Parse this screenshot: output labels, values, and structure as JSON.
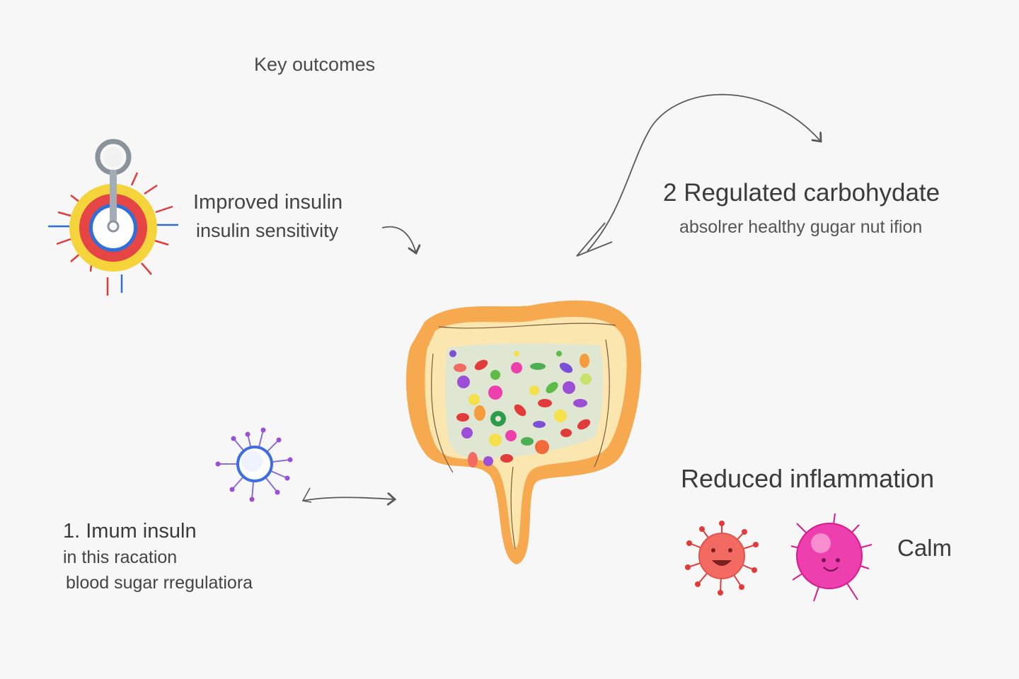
{
  "heading": "Key outcomes",
  "insulin": {
    "line1": "Improved insulin",
    "line2": "insulin sensitivity",
    "icon": "insulin-lock-icon"
  },
  "carbohydrate": {
    "line1": "2 Regulated carbohydate",
    "line2": "absolrer healthy gugar nut ifion",
    "icon": "curved-arrow-icon"
  },
  "immune": {
    "line1": "1. Imum insuln",
    "line2": "in this racation",
    "line3": "blood sugar rregulatiora",
    "icon": "immune-cell-icon"
  },
  "inflammation": {
    "title": "Reduced inflammation",
    "calm_label": "Calm",
    "icons": [
      "red-microbe-icon",
      "pink-microbe-icon"
    ]
  },
  "center": {
    "icon": "gut-microbiome-icon"
  },
  "colors": {
    "gut_outer": "#f7a94f",
    "gut_inner": "#fbe6b0",
    "gut_fill": "#dfe6d2",
    "arrow": "#5a5a5a",
    "red_microbe": "#f26a62",
    "pink_microbe": "#ee3fae",
    "immune_blue": "#3d6de0",
    "immune_purple": "#9a4fd6"
  }
}
